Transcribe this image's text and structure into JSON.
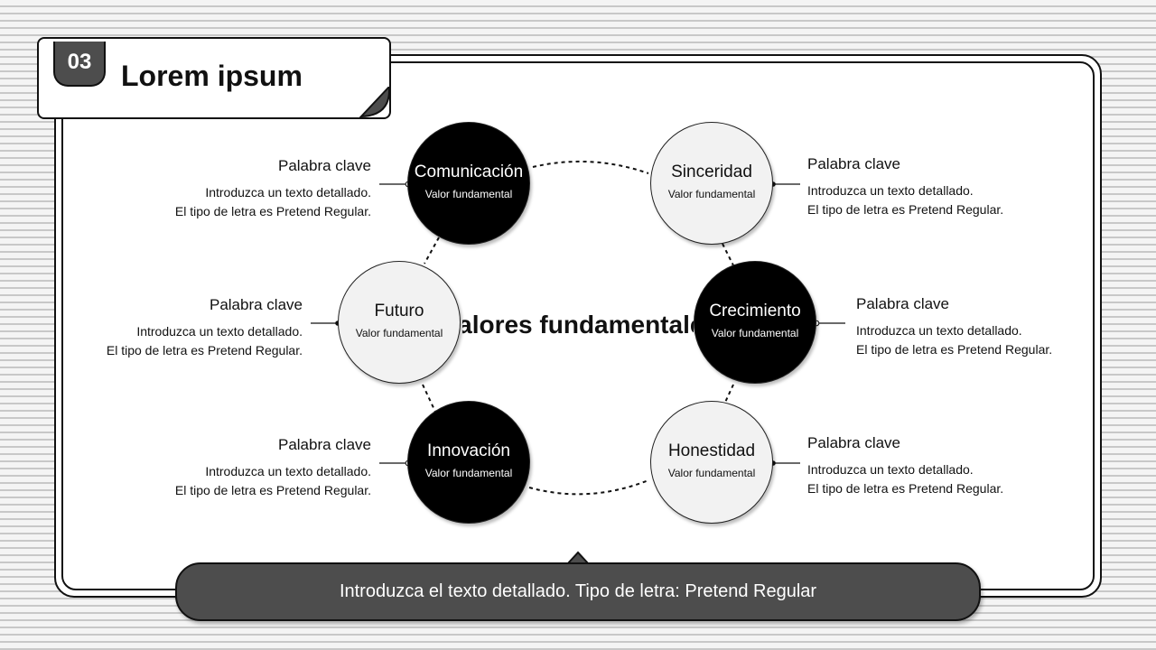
{
  "header": {
    "number": "03",
    "title": "Lorem ipsum"
  },
  "diagram": {
    "center_label": "Valores fundamentales",
    "nodes": [
      {
        "title": "Comunicación",
        "subtitle": "Valor fundamental",
        "style": "dark"
      },
      {
        "title": "Sinceridad",
        "subtitle": "Valor fundamental",
        "style": "light"
      },
      {
        "title": "Futuro",
        "subtitle": "Valor fundamental",
        "style": "light"
      },
      {
        "title": "Crecimiento",
        "subtitle": "Valor fundamental",
        "style": "dark"
      },
      {
        "title": "Innovación",
        "subtitle": "Valor fundamental",
        "style": "dark"
      },
      {
        "title": "Honestidad",
        "subtitle": "Valor fundamental",
        "style": "light"
      }
    ],
    "descriptions": [
      {
        "heading": "Palabra clave",
        "line1": "Introduzca un texto detallado.",
        "line2": "El tipo de letra es Pretend Regular."
      },
      {
        "heading": "Palabra clave",
        "line1": "Introduzca un texto detallado.",
        "line2": "El tipo de letra es Pretend Regular."
      },
      {
        "heading": "Palabra clave",
        "line1": "Introduzca un texto detallado.",
        "line2": "El tipo de letra es Pretend Regular."
      },
      {
        "heading": "Palabra clave",
        "line1": "Introduzca un texto detallado.",
        "line2": "El tipo de letra es Pretend Regular."
      },
      {
        "heading": "Palabra clave",
        "line1": "Introduzca un texto detallado.",
        "line2": "El tipo de letra es Pretend Regular."
      },
      {
        "heading": "Palabra clave",
        "line1": "Introduzca un texto detallado.",
        "line2": "El tipo de letra es Pretend Regular."
      }
    ]
  },
  "footer": {
    "banner_text": "Introduzca el texto detallado. Tipo de letra: Pretend Regular"
  },
  "colors": {
    "dark_node": "#000000",
    "light_node": "#f2f2f2",
    "banner": "#4d4d4d"
  }
}
